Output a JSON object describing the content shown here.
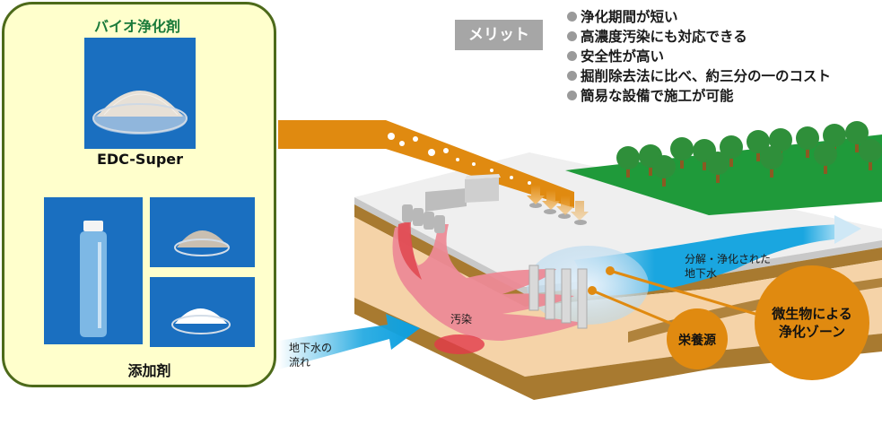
{
  "products": {
    "title": "バイオ浄化剤",
    "main_product": {
      "name": "EDC-Super",
      "image": "powder-in-petri-dish"
    },
    "additives": {
      "label": "添加剤",
      "images": [
        "liquid-bottle",
        "grey-powder-dish",
        "white-crystals-dish"
      ]
    }
  },
  "merits": {
    "badge": "メリット",
    "items": [
      "浄化期間が短い",
      "高濃度汚染にも対応できる",
      "安全性が高い",
      "掘削除去法に比べ、約三分の一のコスト",
      "簡易な設備で施工が可能"
    ]
  },
  "diagram": {
    "contamination_label": "汚染",
    "groundwater_flow_label_line1": "地下水の",
    "groundwater_flow_label_line2": "流れ",
    "purified_water_label_line1": "分解・浄化された",
    "purified_water_label_line2": "地下水",
    "nutrient_callout": "栄養源",
    "microbe_zone_callout_line1": "微生物による",
    "microbe_zone_callout_line2": "浄化ゾーン",
    "colors": {
      "orange": "#e08a10",
      "water_blue": "#1aa6e0",
      "contamination_red": "#e8505a",
      "soil_brown": "#a87a30",
      "sand": "#f5d3a8",
      "forest_green": "#1f9a3a",
      "concrete": "#efefef"
    }
  }
}
